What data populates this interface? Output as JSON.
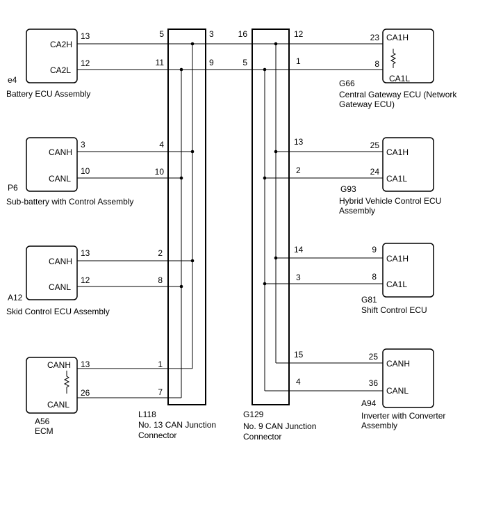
{
  "ecus": [
    {
      "code": "e4",
      "name": "Battery ECU Assembly",
      "hi": "CA2H",
      "lo": "CA2L",
      "hi_pin": "13",
      "lo_pin": "12"
    },
    {
      "code": "P6",
      "name": "Sub-battery with Control Assembly",
      "hi": "CANH",
      "lo": "CANL",
      "hi_pin": "3",
      "lo_pin": "10"
    },
    {
      "code": "A12",
      "name": "Skid Control ECU Assembly",
      "hi": "CANH",
      "lo": "CANL",
      "hi_pin": "13",
      "lo_pin": "12"
    },
    {
      "code": "A56",
      "name": "ECM",
      "hi": "CANH",
      "lo": "CANL",
      "hi_pin": "13",
      "lo_pin": "26"
    },
    {
      "code": "G66",
      "name": "Central Gateway ECU (Network Gateway ECU)",
      "name_line1": "Central Gateway ECU (Network",
      "name_line2": "Gateway ECU)",
      "hi": "CA1H",
      "lo": "CA1L",
      "hi_pin": "23",
      "lo_pin": "8"
    },
    {
      "code": "G93",
      "name": "Hybrid Vehicle Control ECU Assembly",
      "name_line1": "Hybrid Vehicle Control ECU",
      "name_line2": "Assembly",
      "hi": "CA1H",
      "lo": "CA1L",
      "hi_pin": "25",
      "lo_pin": "24"
    },
    {
      "code": "G81",
      "name": "Shift Control ECU",
      "hi": "CA1H",
      "lo": "CA1L",
      "hi_pin": "9",
      "lo_pin": "8"
    },
    {
      "code": "A94",
      "name": "Inverter with Converter Assembly",
      "name_line1": "Inverter with Converter",
      "name_line2": "Assembly",
      "hi": "CANH",
      "lo": "CANL",
      "hi_pin": "25",
      "lo_pin": "36"
    }
  ],
  "junctions": [
    {
      "code": "L118",
      "name": "No. 13 CAN Junction Connector",
      "name_line1": "No. 13 CAN Junction",
      "name_line2": "Connector",
      "left_pins": [
        "5",
        "11",
        "4",
        "10",
        "2",
        "8",
        "1",
        "7"
      ],
      "right_pins": [
        "3",
        "9"
      ]
    },
    {
      "code": "G129",
      "name": "No. 9 CAN Junction Connector",
      "name_line1": "No. 9 CAN Junction",
      "name_line2": "Connector",
      "left_pins": [
        "16",
        "5"
      ],
      "right_pins": [
        "12",
        "1",
        "13",
        "2",
        "14",
        "3",
        "15",
        "4"
      ]
    }
  ],
  "colors": {
    "line": "#000000",
    "background": "#ffffff"
  }
}
